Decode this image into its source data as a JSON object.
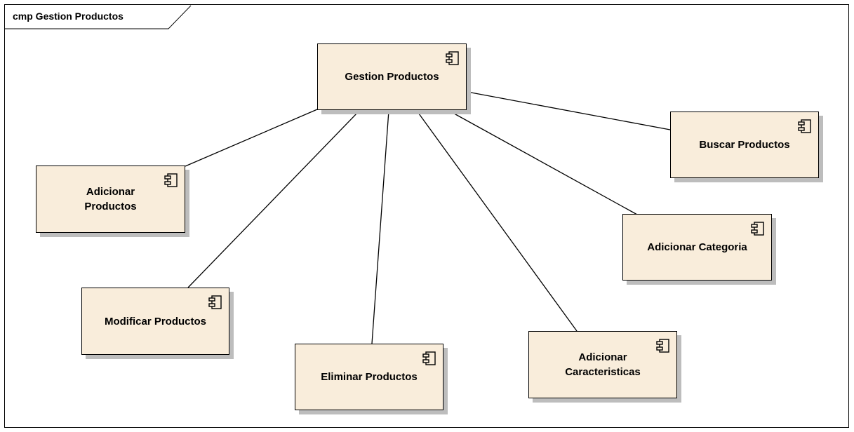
{
  "diagram": {
    "title": "cmp Gestion Productos"
  },
  "colors": {
    "component_fill": "#f9eddb",
    "border": "#000000",
    "shadow": "#bdbdbd"
  },
  "components": [
    {
      "id": "gestion-productos",
      "label": "Gestion Productos",
      "icon": "component-icon"
    },
    {
      "id": "buscar-productos",
      "label": "Buscar Productos",
      "icon": "component-icon"
    },
    {
      "id": "adicionar-productos",
      "label": "Adicionar\nProductos",
      "icon": "component-icon"
    },
    {
      "id": "adicionar-categoria",
      "label": "Adicionar Categoria",
      "icon": "component-icon"
    },
    {
      "id": "modificar-productos",
      "label": "Modificar Productos",
      "icon": "component-icon"
    },
    {
      "id": "eliminar-productos",
      "label": "Eliminar Productos",
      "icon": "component-icon"
    },
    {
      "id": "adicionar-caracteristicas",
      "label": "Adicionar\nCaracteristicas",
      "icon": "component-icon"
    }
  ],
  "connections": [
    {
      "from": "gestion-productos",
      "to": "buscar-productos"
    },
    {
      "from": "gestion-productos",
      "to": "adicionar-productos"
    },
    {
      "from": "gestion-productos",
      "to": "adicionar-categoria"
    },
    {
      "from": "gestion-productos",
      "to": "modificar-productos"
    },
    {
      "from": "gestion-productos",
      "to": "eliminar-productos"
    },
    {
      "from": "gestion-productos",
      "to": "adicionar-caracteristicas"
    }
  ]
}
